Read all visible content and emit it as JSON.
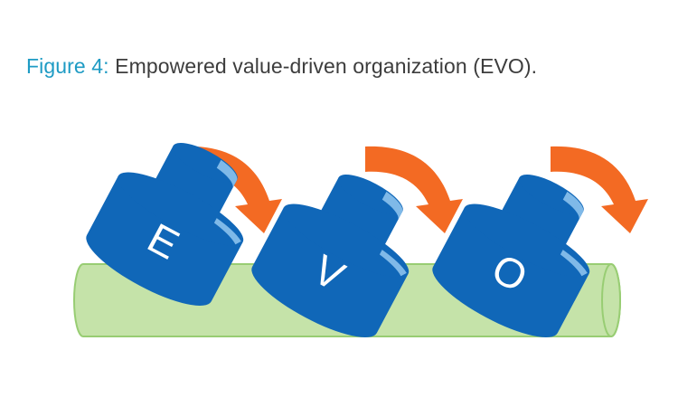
{
  "figure": {
    "label": "Figure 4:",
    "caption": "Empowered value-driven organization (EVO).",
    "units": [
      {
        "letter": "E"
      },
      {
        "letter": "V"
      },
      {
        "letter": "O"
      }
    ]
  },
  "colors": {
    "label": "#1e9bc4",
    "caption": "#3d3d3d",
    "cylinder_body": "#1067b8",
    "cylinder_highlight": "#7fb9e8",
    "pipe_fill": "#c5e3a9",
    "pipe_stroke": "#98cd73",
    "arrow": "#f36a23",
    "letter": "#ffffff"
  },
  "icons": {
    "cylinder": "bucket-cylinder-icon",
    "arrow": "curved-arrow-icon",
    "pipe": "pipe-icon"
  }
}
